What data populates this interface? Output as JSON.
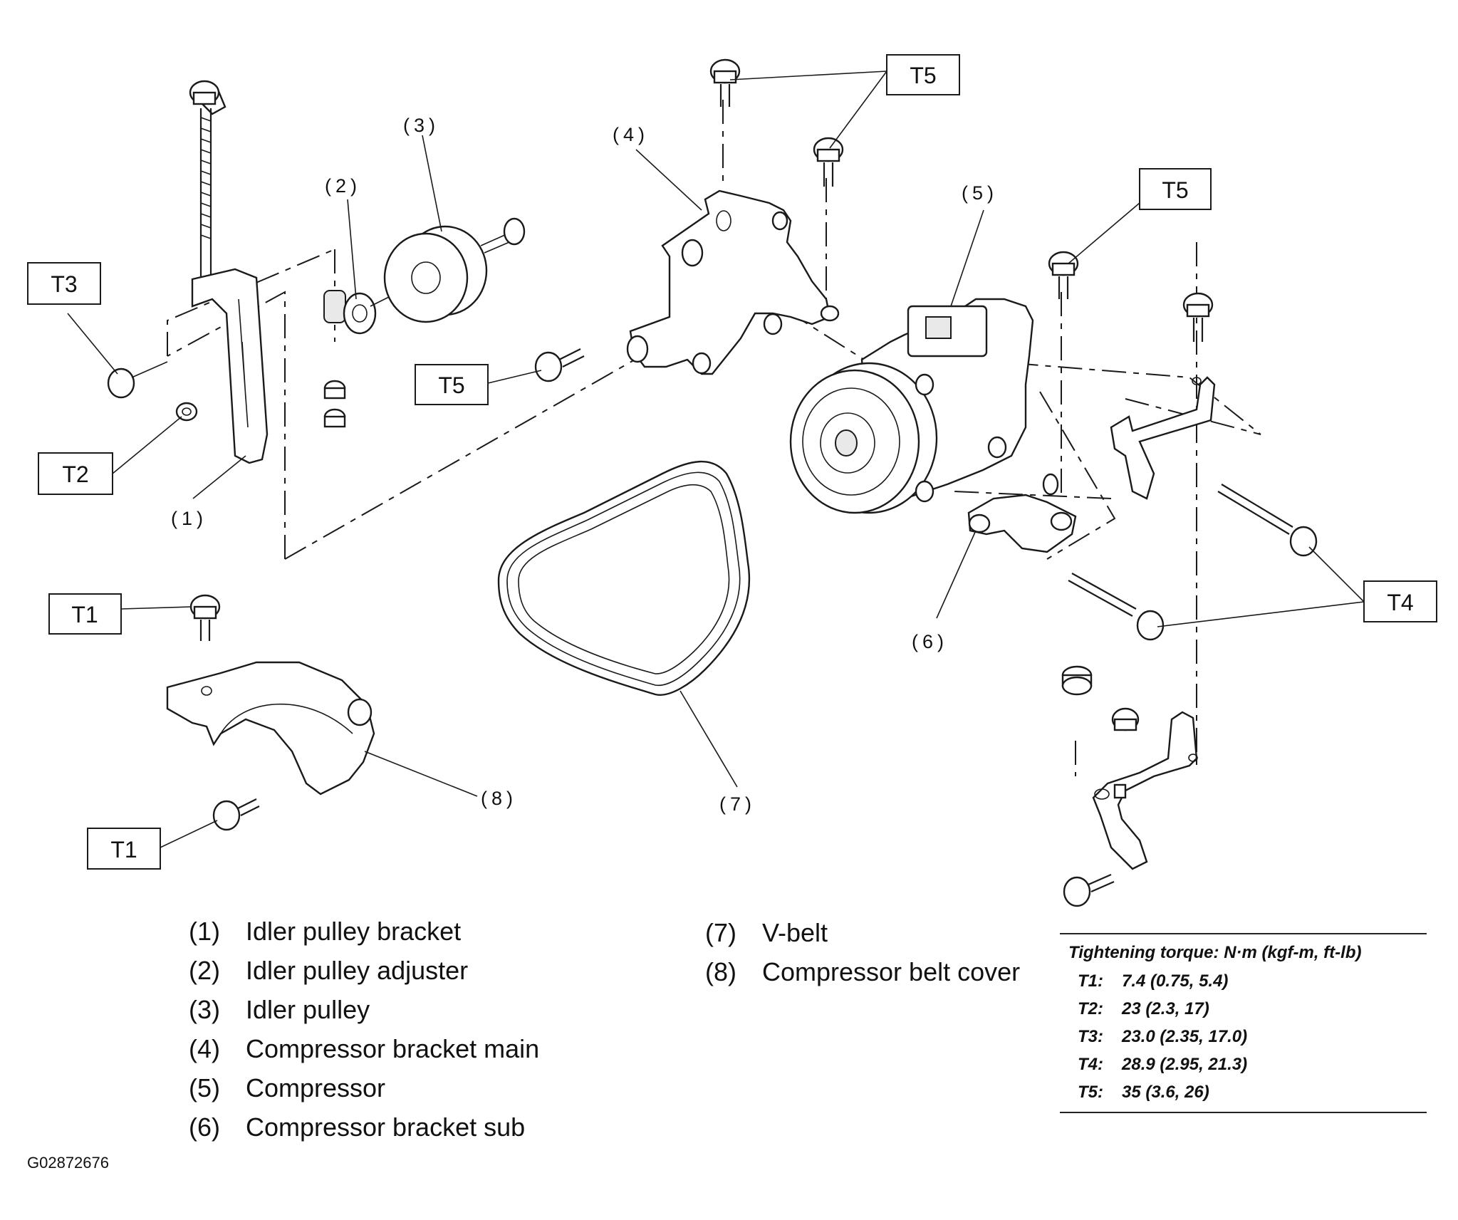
{
  "torque_labels": {
    "t1_top": "T1",
    "t1_bottom": "T1",
    "t2": "T2",
    "t3": "T3",
    "t4": "T4",
    "t5_top": "T5",
    "t5_right": "T5",
    "t5_left": "T5"
  },
  "callouts": {
    "c1": "(1)",
    "c2": "(2)",
    "c3": "(3)",
    "c4": "(4)",
    "c5": "(5)",
    "c6": "(6)",
    "c7": "(7)",
    "c8": "(8)"
  },
  "legend": {
    "left": [
      {
        "num": "(1)",
        "name": "Idler pulley bracket"
      },
      {
        "num": "(2)",
        "name": "Idler pulley adjuster"
      },
      {
        "num": "(3)",
        "name": "Idler pulley"
      },
      {
        "num": "(4)",
        "name": "Compressor bracket main"
      },
      {
        "num": "(5)",
        "name": "Compressor"
      },
      {
        "num": "(6)",
        "name": "Compressor bracket sub"
      }
    ],
    "right": [
      {
        "num": "(7)",
        "name": "V-belt"
      },
      {
        "num": "(8)",
        "name": "Compressor belt cover"
      }
    ]
  },
  "torque_table": {
    "header": "Tightening torque: N·m (kgf-m, ft-lb)",
    "rows": [
      {
        "key": "T1:",
        "value": "7.4 (0.75, 5.4)"
      },
      {
        "key": "T2:",
        "value": "23 (2.3, 17)"
      },
      {
        "key": "T3:",
        "value": "23.0 (2.35, 17.0)"
      },
      {
        "key": "T4:",
        "value": "28.9 (2.95, 21.3)"
      },
      {
        "key": "T5:",
        "value": "35 (3.6, 26)"
      }
    ]
  },
  "image_code": "G02872676"
}
